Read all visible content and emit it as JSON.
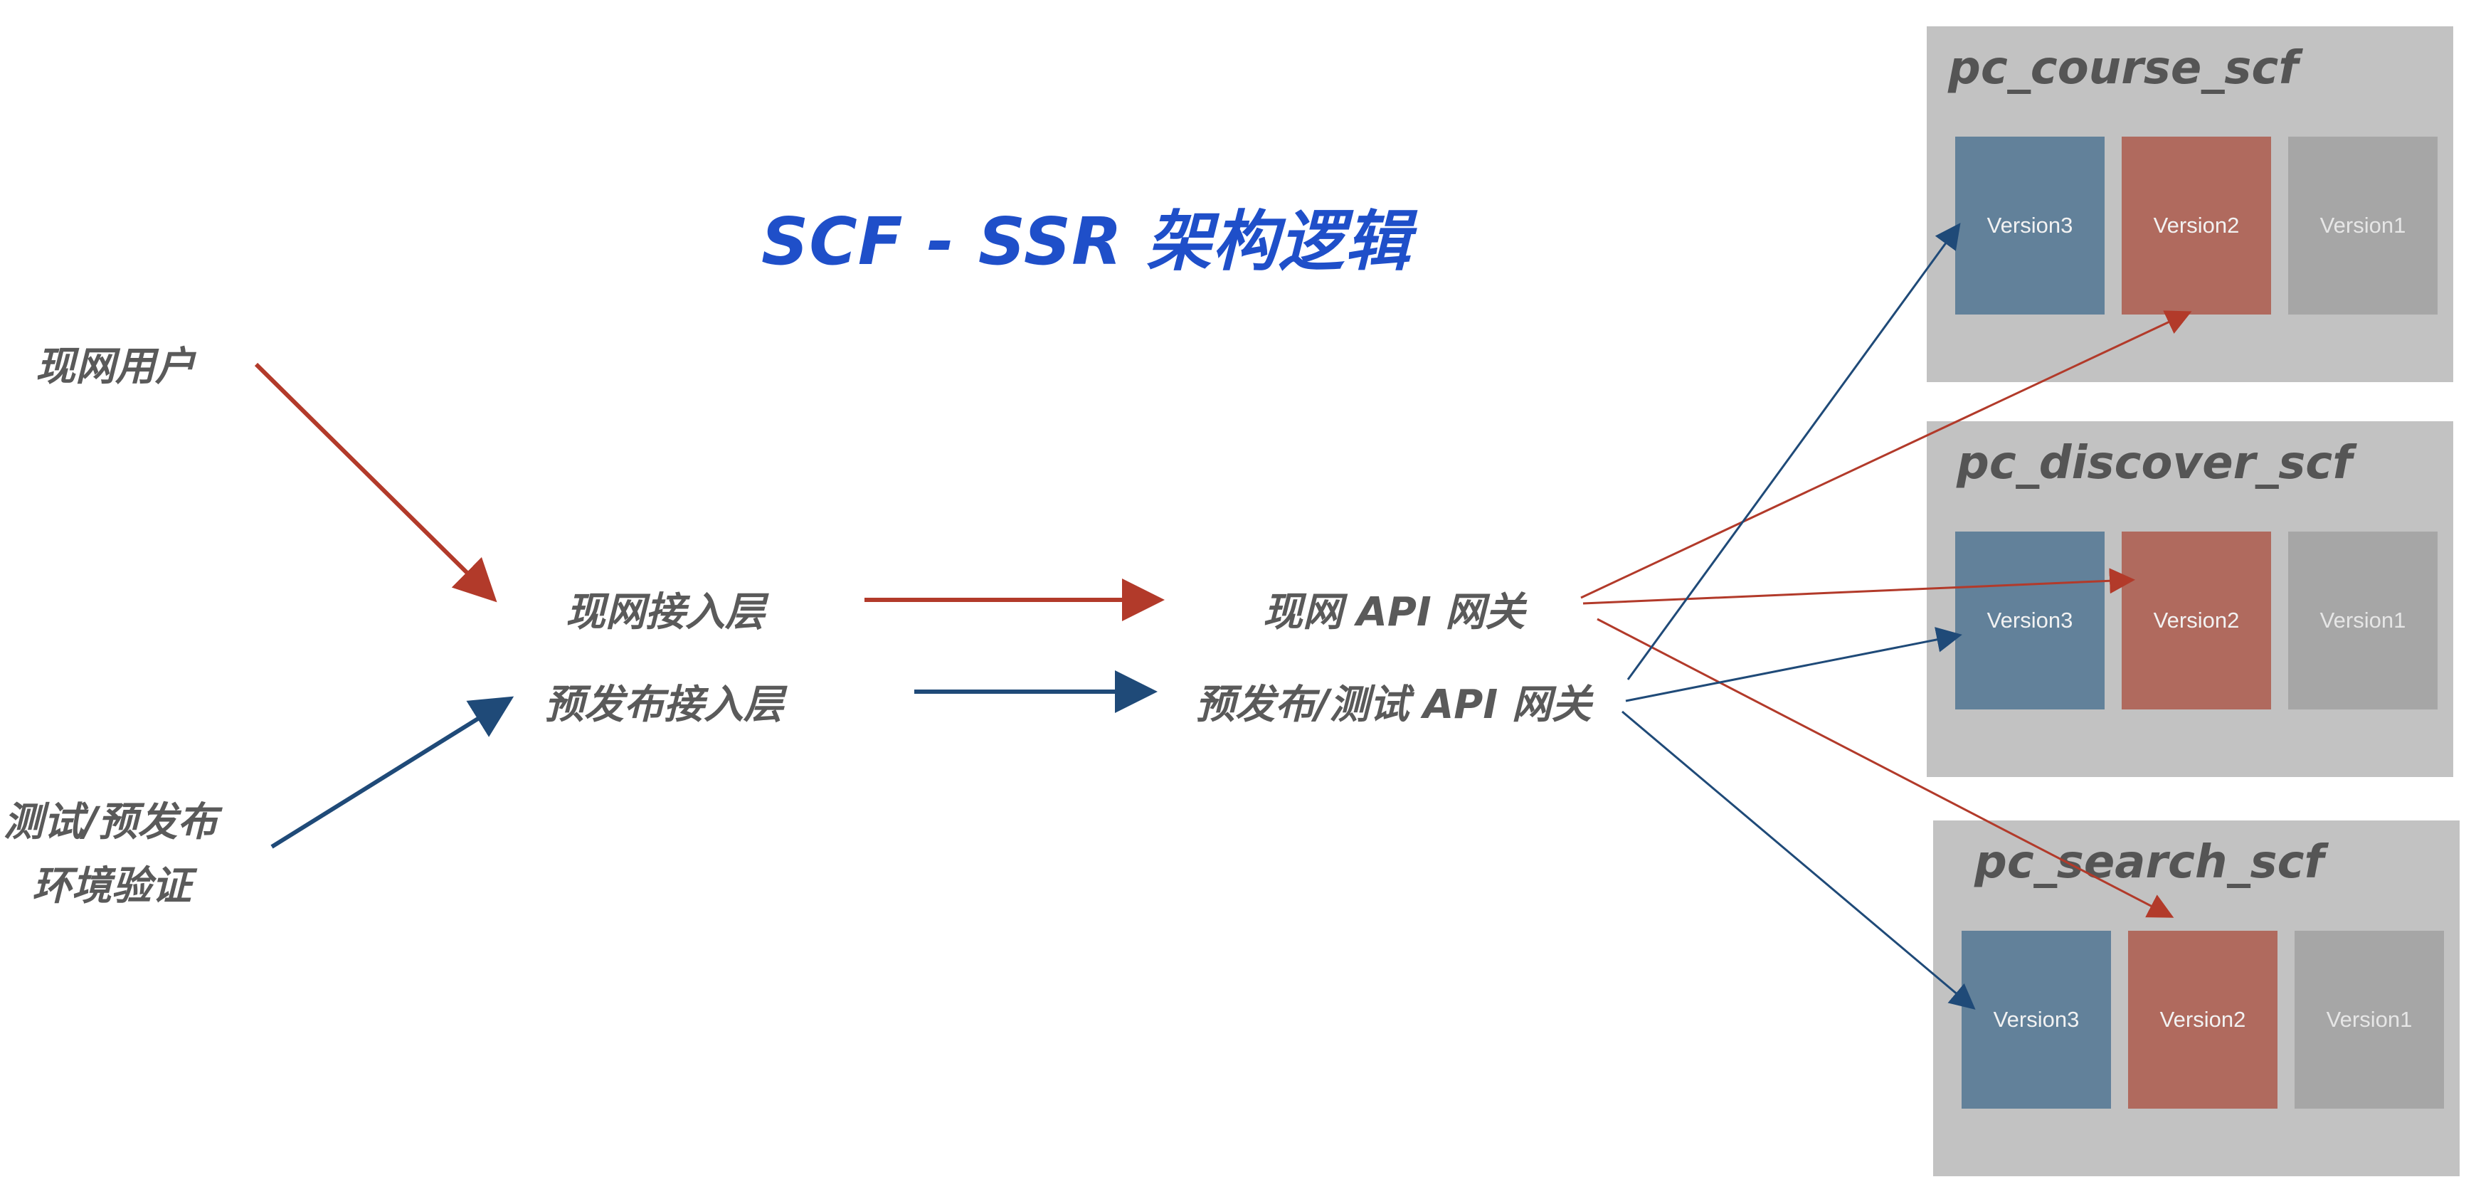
{
  "title": "SCF - SSR 架构逻辑",
  "sources": {
    "live_users": "现网用户",
    "test_line1": "测试/预发布",
    "test_line2": "环境验证"
  },
  "access_layers": {
    "live": "现网接入层",
    "prerelease": "预发布接入层"
  },
  "gateways": {
    "live": "现网 API  网关",
    "prerelease": "预发布/测试 API 网关"
  },
  "functions": [
    {
      "name": "pc_course_scf",
      "versions": [
        "Version3",
        "Version2",
        "Version1"
      ]
    },
    {
      "name": "pc_discover_scf",
      "versions": [
        "Version3",
        "Version2",
        "Version1"
      ]
    },
    {
      "name": "pc_search_scf",
      "versions": [
        "Version3",
        "Version2",
        "Version1"
      ]
    }
  ],
  "colors": {
    "live_arrow": "#b23a2a",
    "prerelease_arrow": "#1f4a78",
    "title": "#1f4fc9",
    "version_current": "#62819a",
    "version_live": "#b06a5e",
    "version_old": "#a6a6a6",
    "panel": "#c2c2c2"
  }
}
